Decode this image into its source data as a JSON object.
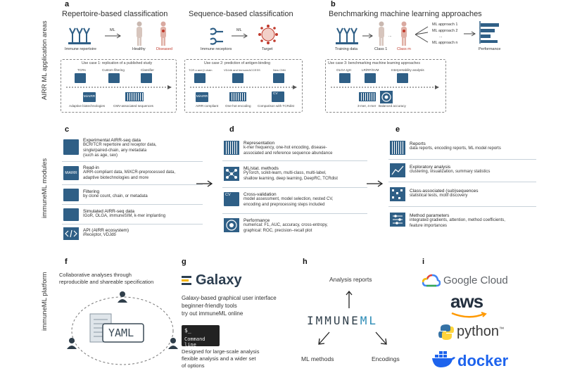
{
  "section_labels": {
    "applications": "AIRR ML application areas",
    "modules": "immuneML modules",
    "platform": "immuneML platform"
  },
  "panel_a": {
    "letter": "a",
    "title_left": "Repertoire-based classification",
    "title_right": "Sequence-based classification",
    "immune_repertoire": "Immune repertoire",
    "ml": "ML",
    "healthy": "Healthy",
    "diseased": "Diseased",
    "immune_receptors": "Immune receptors",
    "target": "Target",
    "use_case_1": "Use case 1: replication of a published study",
    "tcrs": "TCRs",
    "custom_filtering": "Custom filtering",
    "classifier": "Classifier",
    "miairr": "MiAIRR",
    "adaptive": "Adaptive biotechnologies",
    "cmv": "CMV-associated sequences",
    "use_case_2": "Use case 2: prediction of antigen-binding",
    "tcr_chain": "TCR α and β chain",
    "vdjdb": "VDJdb and ImmuneACCESS",
    "new_cnn": "New CNN",
    "airr_compliant": "AIRR-compliant",
    "one_hot": "One-hot encoding",
    "comparison": "Comparison with TCRdist",
    "cv": "CV"
  },
  "panel_b": {
    "letter": "b",
    "title": "Benchmarking machine learning approaches",
    "training_data": "Training data",
    "class_1": "Class 1",
    "class_m": "Class m",
    "ml_1": "ML approach 1",
    "ml_2": "ML approach 2",
    "ml_dots": "...",
    "ml_n": "ML approach n",
    "performance": "Performance",
    "use_case_3": "Use case 3: benchmarking machine learning approaches",
    "olga": "OLGA IgH",
    "lr_rf_svm": "LR/RF/SVM",
    "interpretability": "Interpretability analysis",
    "kmer": "3-mer, 4-mer",
    "balanced": "Balanced accuracy"
  },
  "panel_c": {
    "letter": "c",
    "items": [
      {
        "title": "Experimental AIRR-seq data",
        "desc": [
          "BCR/TCR repertoire and receptor data,",
          "single/paired-chain, any metadata",
          "(such as age, sex)"
        ]
      },
      {
        "title": "Read-in",
        "desc": [
          "AIRR-compliant data, MiXCR-preprocessed data,",
          "adaptive biotechnologies and more"
        ],
        "icon_text": "MiAIRR"
      },
      {
        "title": "Filtering",
        "desc": [
          "by clone count, chain, or metadata"
        ]
      },
      {
        "title": "Simulated AIRR-seq data",
        "desc": [
          "IGoR, OLGA, immuneSIM, k-mer implanting"
        ]
      },
      {
        "title": "API (AIRR ecosystem)",
        "desc": [
          "iReceptor, VDJdb"
        ]
      }
    ]
  },
  "panel_d": {
    "letter": "d",
    "items": [
      {
        "title": "Representation",
        "desc": [
          "k-mer frequency, one-hot encoding, disease-",
          "associated and reference sequence abundance"
        ]
      },
      {
        "title": "ML/stat. methods",
        "desc": [
          "PyTorch, scikit-learn, multi-class, multi-label,",
          "shallow learning, deep learning, DeepRC, TCRdist"
        ]
      },
      {
        "title": "Cross-validation",
        "desc": [
          "model assessment, model selection, nested CV,",
          "encoding and preprocessing steps included"
        ],
        "icon_text": "CV"
      },
      {
        "title": "Performance",
        "desc": [
          "numerical: F1, AUC, accuracy, cross-entropy,",
          "graphical: ROC,  precision–recall plot"
        ]
      }
    ]
  },
  "panel_e": {
    "letter": "e",
    "items": [
      {
        "title": "Reports",
        "desc": [
          "data reports, encoding reports, ML model reports"
        ]
      },
      {
        "title": "Exploratory analysis",
        "desc": [
          "clustering, visualization, summary statistics"
        ]
      },
      {
        "title": "Class-associated (sub)sequences",
        "desc": [
          "statistical tests, motif discovery"
        ]
      },
      {
        "title": "Method parameters",
        "desc": [
          "integrated gradients, attention, method coefficients,",
          "feature importances"
        ]
      }
    ]
  },
  "panel_f": {
    "letter": "f",
    "text": [
      "Collaborative analyses through",
      "reproducible and shareable specification"
    ],
    "yaml": "YAML"
  },
  "panel_g": {
    "letter": "g",
    "galaxy": "Galaxy",
    "galaxy_text": [
      "Galaxy-based graphical user interface",
      "beginner-friendly tools",
      "try out immuneML online"
    ],
    "terminal_prompt": "$_",
    "terminal_text": "Command line",
    "cli_text": [
      "Designed for large-scale analysis",
      "flexible analysis and  a  wider set",
      "of options"
    ]
  },
  "panel_h": {
    "letter": "h",
    "analysis_reports": "Analysis reports",
    "logo_prefix": "IMMUNE",
    "logo_suffix": "ML",
    "ml_methods": "ML methods",
    "encodings": "Encodings"
  },
  "panel_i": {
    "letter": "i",
    "google_cloud": "Google Cloud",
    "aws": "aws",
    "python": "python",
    "python_tm": "™",
    "docker": "docker"
  },
  "colors": {
    "icon_blue": "#2f5f86",
    "diseased_red": "#c0392b",
    "docker_blue": "#1d63ed"
  }
}
